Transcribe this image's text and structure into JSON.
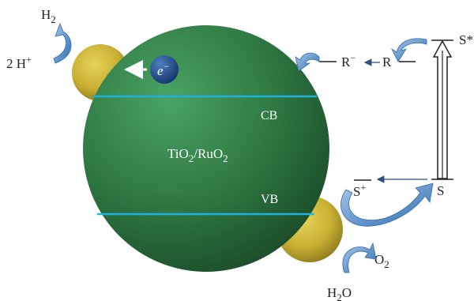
{
  "particle": {
    "label_main": "TiO",
    "label_sub1": "2",
    "label_mid": "/RuO",
    "label_sub2": "2",
    "cb": "CB",
    "vb": "VB",
    "electron": "e",
    "electron_sup": "−"
  },
  "reduction": {
    "h2_base": "H",
    "h2_sub": "2",
    "h_plus_prefix": "2 H",
    "h_plus_sup": "+"
  },
  "oxidation": {
    "o2_base": "O",
    "o2_sub": "2",
    "h2o_h": "H",
    "h2o_sub": "2",
    "h2o_o": "O"
  },
  "sensitizer": {
    "s": "S",
    "s_star": "S*",
    "s_plus_base": "S",
    "s_plus_sup": "+",
    "r_minus": "R",
    "r_minus_sup": "−",
    "r": "R"
  },
  "colors": {
    "titania": "#2f7a43",
    "band_line": "#1fb0dc",
    "metal": "#c9b032",
    "electron": "#1f4f8f",
    "arrow_blue": "#3f7ec0"
  }
}
